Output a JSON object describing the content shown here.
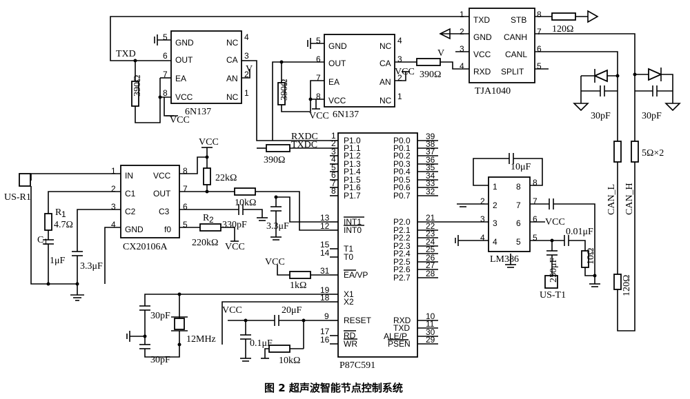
{
  "caption": "图 2   超声波智能节点控制系统",
  "chips": {
    "u1": {
      "name": "6N137",
      "pins": {
        "p5": "GND",
        "p6": "OUT",
        "p7": "EA",
        "p8": "VCC",
        "p4": "NC",
        "p3": "CA",
        "p2": "AN",
        "p1": "NC"
      },
      "nums": {
        "n5": "5",
        "n6": "6",
        "n7": "7",
        "n8": "8",
        "n4": "4",
        "n3": "3",
        "n2": "2",
        "n1": "1"
      }
    },
    "u2": {
      "name": "6N137",
      "pins": {
        "p5": "GND",
        "p6": "OUT",
        "p7": "EA",
        "p8": "VCC",
        "p4": "NC",
        "p3": "CA",
        "p2": "AN",
        "p1": "NC"
      },
      "nums": {
        "n5": "5",
        "n6": "6",
        "n7": "7",
        "n8": "8",
        "n4": "4",
        "n3": "3",
        "n2": "2",
        "n1": "1"
      }
    },
    "tja": {
      "name": "TJA1040",
      "pins": {
        "txd": "TXD",
        "gnd": "GND",
        "vcc": "VCC",
        "rxd": "RXD",
        "stb": "STB",
        "canh": "CANH",
        "canl": "CANL",
        "split": "SPLIT"
      },
      "nums": {
        "n1": "1",
        "n2": "2",
        "n3": "3",
        "n4": "4",
        "n8": "8",
        "n7": "7",
        "n6": "6",
        "n5": "5"
      }
    },
    "cx": {
      "name": "CX20106A",
      "pins": {
        "in": "IN",
        "c1": "C1",
        "c2": "C2",
        "gnd": "GND",
        "vcc": "VCC",
        "out": "OUT",
        "c3": "C3",
        "f0": "f0"
      },
      "nums": {
        "n1": "1",
        "n2": "2",
        "n3": "3",
        "n4": "4",
        "n8": "8",
        "n7": "7",
        "n6": "6",
        "n5": "5"
      }
    },
    "mcu": {
      "name": "P87C591",
      "left": [
        "P1.0",
        "P1.1",
        "P1.2",
        "P1.3",
        "P1.4",
        "P1.5",
        "P1.6",
        "P1.7"
      ],
      "leftNums": [
        "1",
        "2",
        "3",
        "4",
        "5",
        "6",
        "7",
        "8"
      ],
      "int": [
        "INT1",
        "INT0"
      ],
      "intNums": [
        "13",
        "12"
      ],
      "t": [
        "T1",
        "T0"
      ],
      "tNums": [
        "15",
        "14"
      ],
      "ea": "EA/VP",
      "eaNum": "31",
      "x": [
        "X1",
        "X2"
      ],
      "xNums": [
        "19",
        "18"
      ],
      "reset": "RESET",
      "resetNum": "9",
      "rdwr": [
        "RD",
        "WR"
      ],
      "rdwrNums": [
        "17",
        "16"
      ],
      "right0": [
        "P0.0",
        "P0.1",
        "P0.2",
        "P0.3",
        "P0.4",
        "P0.5",
        "P0.6",
        "P0.7"
      ],
      "right0Nums": [
        "39",
        "38",
        "37",
        "36",
        "35",
        "34",
        "33",
        "32"
      ],
      "right2": [
        "P2.0",
        "P2.1",
        "P2.2",
        "P2.3",
        "P2.4",
        "P2.5",
        "P2.6",
        "P2.7"
      ],
      "right2Nums": [
        "21",
        "22",
        "23",
        "24",
        "25",
        "26",
        "27",
        "28"
      ],
      "rb": [
        "RXD",
        "TXD",
        "ALE/P",
        "PSEN"
      ],
      "rbNums": [
        "10",
        "11",
        "30",
        "29"
      ]
    },
    "lm": {
      "name": "LM386",
      "nums": {
        "n1": "1",
        "n2": "2",
        "n3": "3",
        "n4": "4",
        "n8": "8",
        "n7": "7",
        "n6": "6",
        "n5": "5"
      }
    }
  },
  "labels": {
    "txd": "TXD",
    "rxdc": "RXDC",
    "txdc": "TXDC",
    "vcc": "VCC",
    "v": "V",
    "r390a": "390Ω",
    "r390b": "390Ω",
    "r390c": "390Ω",
    "r120a": "120Ω",
    "r120b": "120Ω",
    "r5": "5Ω×2",
    "can_l": "CAN_L",
    "can_h": "CAN_H",
    "c30a": "30pF",
    "c30b": "30pF",
    "r22k": "22kΩ",
    "r10k": "10kΩ",
    "c330": "330pF",
    "c33a": "3.3μF",
    "r2": "R",
    "r2sub": "2",
    "r220k": "220kΩ",
    "r1": "R",
    "r1sub": "1",
    "r47": "4.7Ω",
    "c1": "C",
    "c1sub": "1",
    "c1u": "1μF",
    "c33b": "3.3μF",
    "usr1": "US-R1",
    "r1k": "1kΩ",
    "c30c": "30pF",
    "c30d": "30pF",
    "xtal": "12MHz",
    "c20": "20μF",
    "c01": "0.1μF",
    "r10kb": "10kΩ",
    "c10u": "10μF",
    "c001": "0.01μF",
    "c250": "250μF",
    "r10": "10Ω",
    "ust1": "US-T1"
  }
}
